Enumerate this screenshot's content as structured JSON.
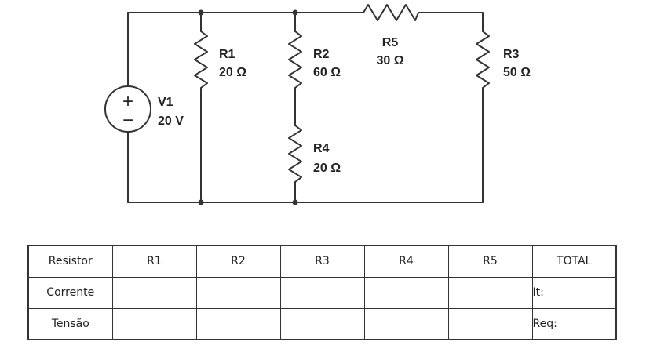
{
  "circuit": {
    "source": {
      "name": "V1",
      "value": "20 V",
      "plus": "+",
      "minus": "−"
    },
    "resistors": [
      {
        "id": "r1",
        "name": "R1",
        "value": "20 Ω"
      },
      {
        "id": "r2",
        "name": "R2",
        "value": "60 Ω"
      },
      {
        "id": "r3",
        "name": "R3",
        "value": "50 Ω"
      },
      {
        "id": "r4",
        "name": "R4",
        "value": "20 Ω"
      },
      {
        "id": "r5",
        "name": "R5",
        "value": "30 Ω"
      }
    ]
  },
  "table": {
    "header": [
      "Resistor",
      "R1",
      "R2",
      "R3",
      "R4",
      "R5",
      "TOTAL"
    ],
    "rows": [
      {
        "label": "Corrente",
        "cells": [
          "",
          "",
          "",
          "",
          ""
        ],
        "total": "It:"
      },
      {
        "label": "Tensão",
        "cells": [
          "",
          "",
          "",
          "",
          ""
        ],
        "total": "Req:"
      }
    ]
  }
}
